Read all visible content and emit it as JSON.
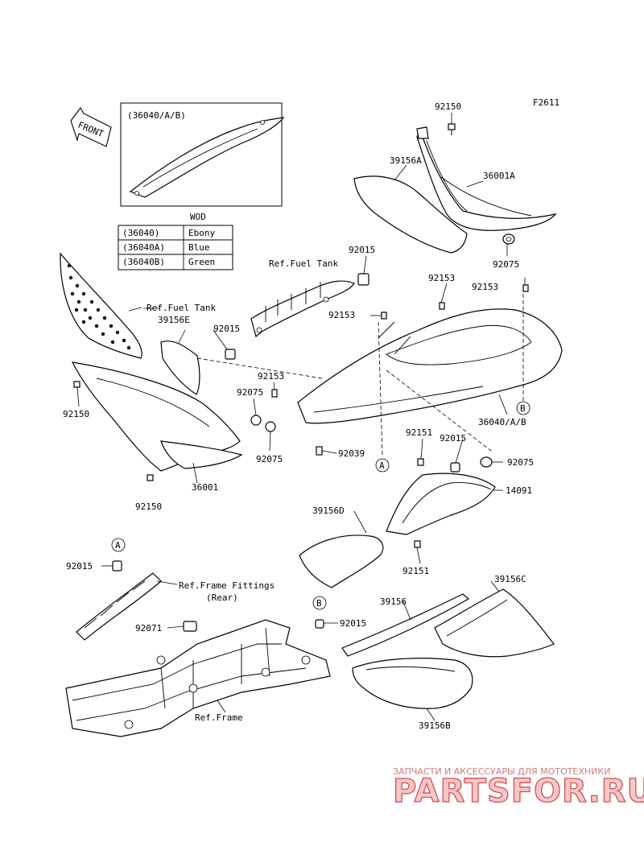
{
  "figure_code": "F2611",
  "front_arrow_label": "FRONT",
  "inset": {
    "label": "(36040/A/B)"
  },
  "color_table": {
    "header": "WOD",
    "rows": [
      {
        "code": "(36040)",
        "color": "Ebony"
      },
      {
        "code": "(36040A)",
        "color": "Blue"
      },
      {
        "code": "(36040B)",
        "color": "Green"
      }
    ]
  },
  "callouts": {
    "A": "A",
    "B": "B"
  },
  "parts": {
    "p92150_top": "92150",
    "p36001A": "36001A",
    "p39156A": "39156A",
    "p92075_top": "92075",
    "p92015_top": "92015",
    "ref_fuel_tank_1": "Ref.Fuel Tank",
    "p92153_a": "92153",
    "p92153_b": "92153",
    "p92153_c": "92153",
    "ref_fuel_tank_2": "Ref.Fuel Tank",
    "p39156E": "39156E",
    "p92015_mid": "92015",
    "p92153_d": "92153",
    "p92075_left": "92075",
    "p92150_left": "92150",
    "p36040AB": "36040/A/B",
    "p92075_mid": "92075",
    "p92039": "92039",
    "p92151_a": "92151",
    "p92015_c": "92015",
    "p92075_right": "92075",
    "p14091": "14091",
    "p36001": "36001",
    "p92150_bottom": "92150",
    "p39156D": "39156D",
    "p92151_b": "92151",
    "p92015_frameA": "92015",
    "ref_frame_fittings": "Ref.Frame Fittings",
    "ref_frame_fittings_sub": "(Rear)",
    "p92015_frameB": "92015",
    "p39156": "39156",
    "p39156C": "39156C",
    "p92071": "92071",
    "ref_frame": "Ref.Frame",
    "p39156B": "39156B"
  },
  "watermark": {
    "top_text": "ЗАПЧАСТИ И АКСЕССУАРЫ ДЛЯ МОТОТЕХНИКИ",
    "logo_text": "PARTSFOR.RU"
  }
}
